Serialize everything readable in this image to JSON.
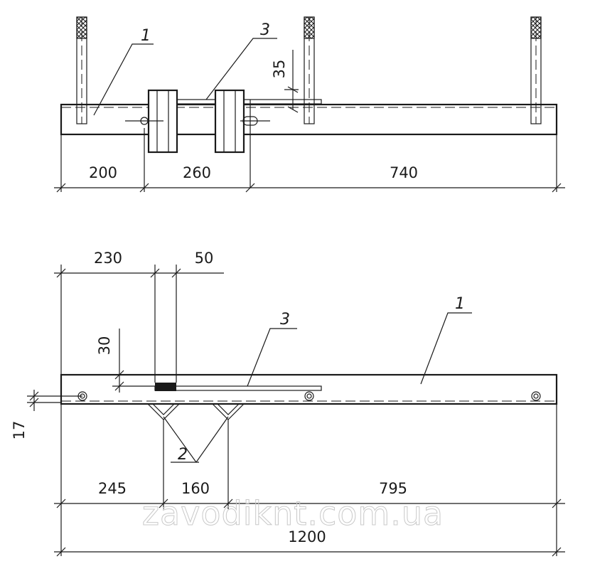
{
  "top_view": {
    "callouts": {
      "part_1": "1",
      "part_3": "3"
    },
    "dimensions": {
      "height_35": "35",
      "seg_200": "200",
      "seg_260": "260",
      "seg_740": "740"
    }
  },
  "side_view": {
    "callouts": {
      "part_1": "1",
      "part_2": "2",
      "part_3": "3"
    },
    "dimensions": {
      "top_230": "230",
      "top_50": "50",
      "height_30": "30",
      "height_17": "17",
      "seg_245": "245",
      "seg_160": "160",
      "seg_795": "795",
      "total_1200": "1200"
    }
  },
  "watermark": "zavodiknt.com.ua"
}
